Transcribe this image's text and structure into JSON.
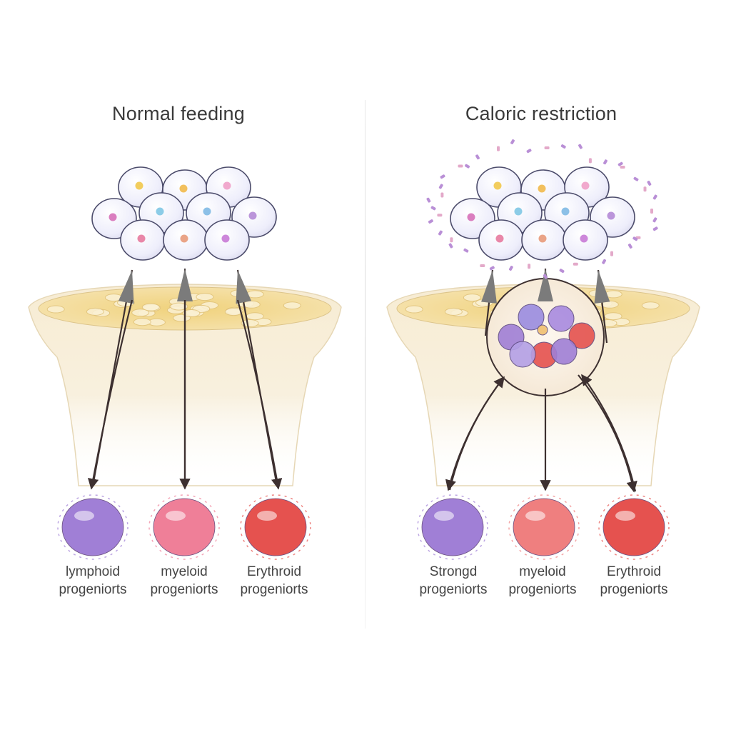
{
  "panels": [
    {
      "id": "normal",
      "title": "Normal feeding",
      "progenitors": [
        {
          "line1": "lymphoid",
          "line2": "progeniorts",
          "color": "#a07fd6"
        },
        {
          "line1": "myeloid",
          "line2": "progeniorts",
          "color": "#ef7f98"
        },
        {
          "line1": "Erythroid",
          "line2": "progeniorts",
          "color": "#e5524f"
        }
      ]
    },
    {
      "id": "restriction",
      "title": "Caloric restriction",
      "progenitors": [
        {
          "line1": "Strongd",
          "line2": "progeniorts",
          "color": "#a07fd6"
        },
        {
          "line1": "myeloid",
          "line2": "progeniorts",
          "color": "#ef7f7f"
        },
        {
          "line1": "Erythroid",
          "line2": "progeniorts",
          "color": "#e5524f"
        }
      ]
    }
  ],
  "colors": {
    "bone": "#f6ecd4",
    "marrow": "#f3d98f",
    "cell_fill": "#f1f0fb",
    "cell_stroke": "#4b4b6a",
    "arrow": "#3d3030",
    "arrow_head": "#7b7b7b"
  }
}
